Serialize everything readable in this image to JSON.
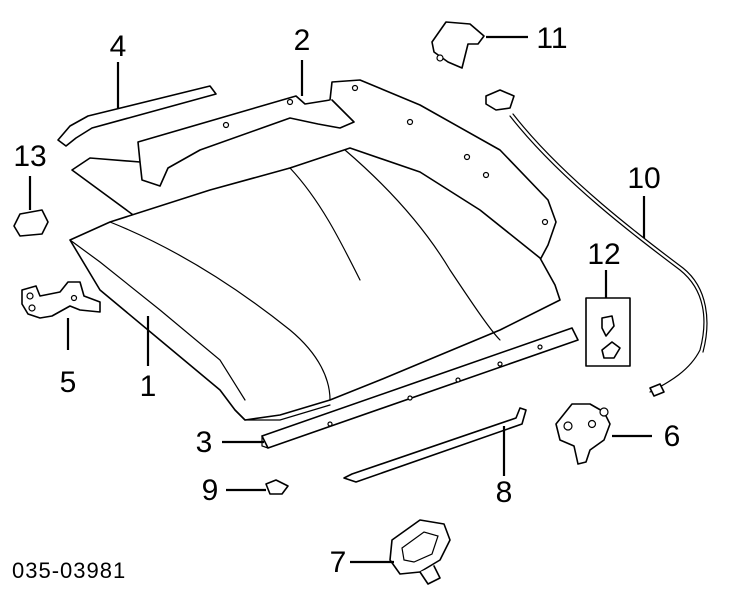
{
  "diagram": {
    "code": "035-03981",
    "callouts": {
      "c1": "1",
      "c2": "2",
      "c3": "3",
      "c4": "4",
      "c5": "5",
      "c6": "6",
      "c7": "7",
      "c8": "8",
      "c9": "9",
      "c10": "10",
      "c11": "11",
      "c12": "12",
      "c13": "13"
    }
  }
}
